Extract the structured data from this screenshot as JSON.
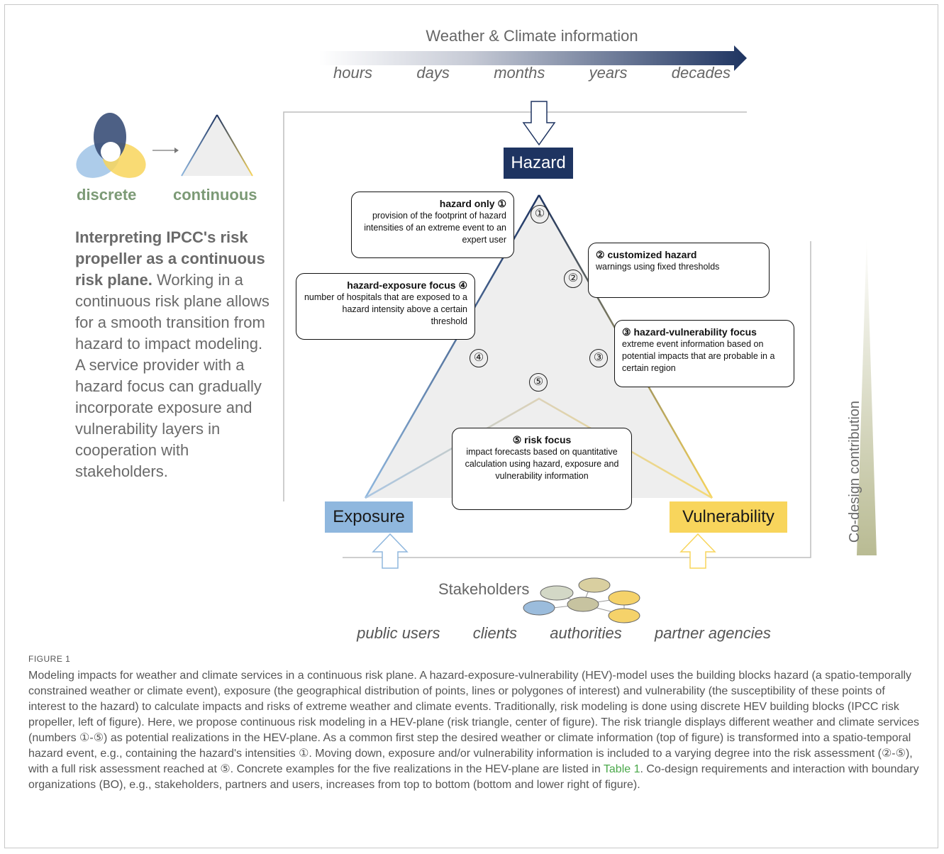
{
  "weather_title": "Weather & Climate information",
  "timescales": [
    "hours",
    "days",
    "months",
    "years",
    "decades"
  ],
  "nodes": {
    "hazard": "Hazard",
    "exposure": "Exposure",
    "vulnerability": "Vulnerability"
  },
  "left": {
    "discrete": "discrete",
    "continuous": "continuous",
    "heading": "Interpreting IPCC's risk propeller as a continuous risk plane.",
    "body": "Working in a continuous risk plane allows for a smooth transition from hazard to impact modeling.",
    "body2": "A service provider with a hazard focus can gradually incorporate exposure and vulnerability layers in cooperation with stakeholders."
  },
  "numbers": [
    "①",
    "②",
    "③",
    "④",
    "⑤"
  ],
  "boxes": {
    "b1": {
      "title": "hazard only ①",
      "text": "provision of the footprint of hazard intensities of an extreme event to an expert user"
    },
    "b2": {
      "title": "② customized hazard",
      "text": "warnings using fixed thresholds"
    },
    "b3": {
      "title": "③ hazard-vulnerability focus",
      "text": "extreme event information based on potential impacts that are probable in a certain region"
    },
    "b4": {
      "title": "hazard-exposure focus ④",
      "text": "number of hospitals that are exposed to a hazard intensity above a certain threshold"
    },
    "b5": {
      "title": "⑤ risk focus",
      "text": "impact forecasts based on quantitative calculation using hazard, exposure and vulnerability information"
    }
  },
  "codesign": "Co-design contribution",
  "stakeholders": "Stakeholders",
  "stakeholder_types": [
    "public users",
    "clients",
    "authorities",
    "partner agencies"
  ],
  "figure_label": "FIGURE 1",
  "caption": "Modeling impacts for weather and climate services in a continuous risk plane. A hazard-exposure-vulnerability (HEV)-model uses the building blocks hazard (a spatio-temporally constrained weather or climate event), exposure (the geographical distribution of points, lines or polygones of interest) and vulnerability (the susceptibility of these points of interest to the hazard) to calculate impacts and risks of extreme weather and climate events. Traditionally, risk modeling is done using discrete HEV building blocks (IPCC risk propeller, left of figure). Here, we propose continuous risk modeling in a HEV-plane (risk triangle, center of figure). The risk triangle displays different weather and climate services (numbers ①-⑤) as potential realizations in the HEV-plane. As a common first step the desired weather or climate information (top of figure) is transformed into a spatio-temporal hazard event, e.g., containing the hazard's intensities ①. Moving down, exposure and/or vulnerability information is included to a varying degree into the risk assessment (②-⑤), with a full risk assessment reached at ⑤. Concrete examples for the five realizations in the HEV-plane are listed in",
  "caption_link": "Table 1",
  "caption_end": ". Co-design requirements and interaction with boundary organizations (BO), e.g., stakeholders, partners and users, increases from top to bottom (bottom and lower right of figure).",
  "colors": {
    "hazard": "#1e3461",
    "exposure": "#8fb7de",
    "vulnerability": "#f8d55c",
    "green_label": "#7c9a76",
    "codesign_bar": "#b9bb93"
  }
}
